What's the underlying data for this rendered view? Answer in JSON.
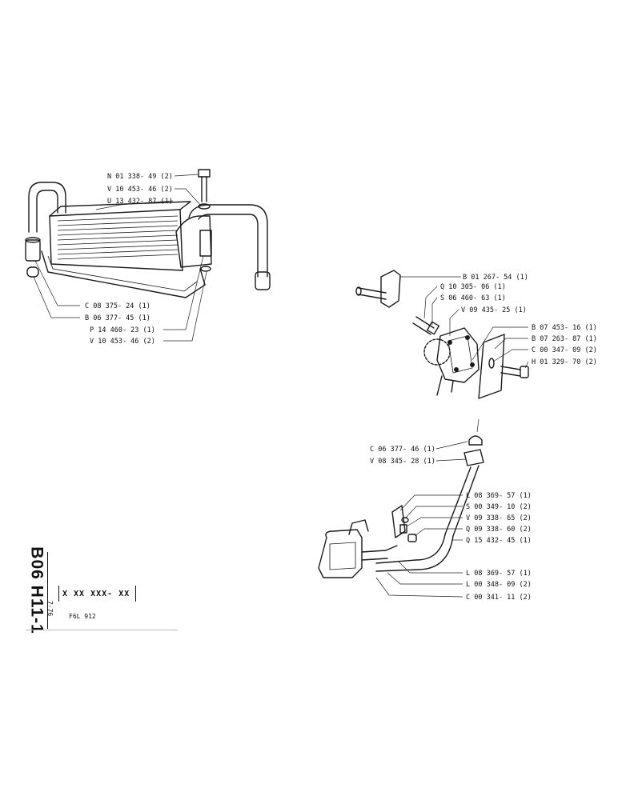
{
  "sheet": {
    "code": "B06 H11-1",
    "date": "7-76",
    "part_number_mask": "X XX XXX- XX",
    "model": "F6L 912"
  },
  "groups": {
    "oil_cooler": {
      "labels": [
        {
          "id": "n01338",
          "text": "N 01 338- 49 (2)"
        },
        {
          "id": "v10453a",
          "text": "V 10 453- 46 (2)"
        },
        {
          "id": "u13432",
          "text": "U 13 432- 87 (1)"
        },
        {
          "id": "c08375",
          "text": "C 08 375- 24 (1)"
        },
        {
          "id": "b06377",
          "text": "B 06 377- 45 (1)"
        },
        {
          "id": "p14460",
          "text": "P 14 460- 23 (1)"
        },
        {
          "id": "v10453b",
          "text": "V 10 453- 46 (2)"
        }
      ]
    },
    "pump": {
      "labels": [
        {
          "id": "b01267",
          "text": "B 01 267- 54 (1)"
        },
        {
          "id": "q10305",
          "text": "Q 10 305- 06 (1)"
        },
        {
          "id": "s06460",
          "text": "S 06 460- 63 (1)"
        },
        {
          "id": "v09435",
          "text": "V 09 435- 25 (1)"
        },
        {
          "id": "b07453",
          "text": "B 07 453- 16 (1)"
        },
        {
          "id": "b07263",
          "text": "B 07 263- 87 (1)"
        },
        {
          "id": "c00347",
          "text": "C 00 347- 09 (2)"
        },
        {
          "id": "h01329",
          "text": "H 01 329- 70 (2)"
        }
      ]
    },
    "pipe": {
      "labels": [
        {
          "id": "c06377",
          "text": "C 06 377- 46 (1)"
        },
        {
          "id": "v08345",
          "text": "V 08 345- 28 (1)"
        },
        {
          "id": "l08369a",
          "text": "L 08 369- 57 (1)"
        },
        {
          "id": "s00349",
          "text": "S 00 349- 10 (2)"
        },
        {
          "id": "v09338",
          "text": "V 09 338- 65 (2)"
        },
        {
          "id": "q09338",
          "text": "Q 09 338- 60 (2)"
        },
        {
          "id": "q15432",
          "text": "Q 15 432- 45 (1)"
        },
        {
          "id": "l08369b",
          "text": "L 08 369- 57 (1)"
        },
        {
          "id": "l00348",
          "text": "L 00 348- 09 (2)"
        },
        {
          "id": "c00341",
          "text": "C 00 341- 11 (2)"
        }
      ]
    }
  }
}
